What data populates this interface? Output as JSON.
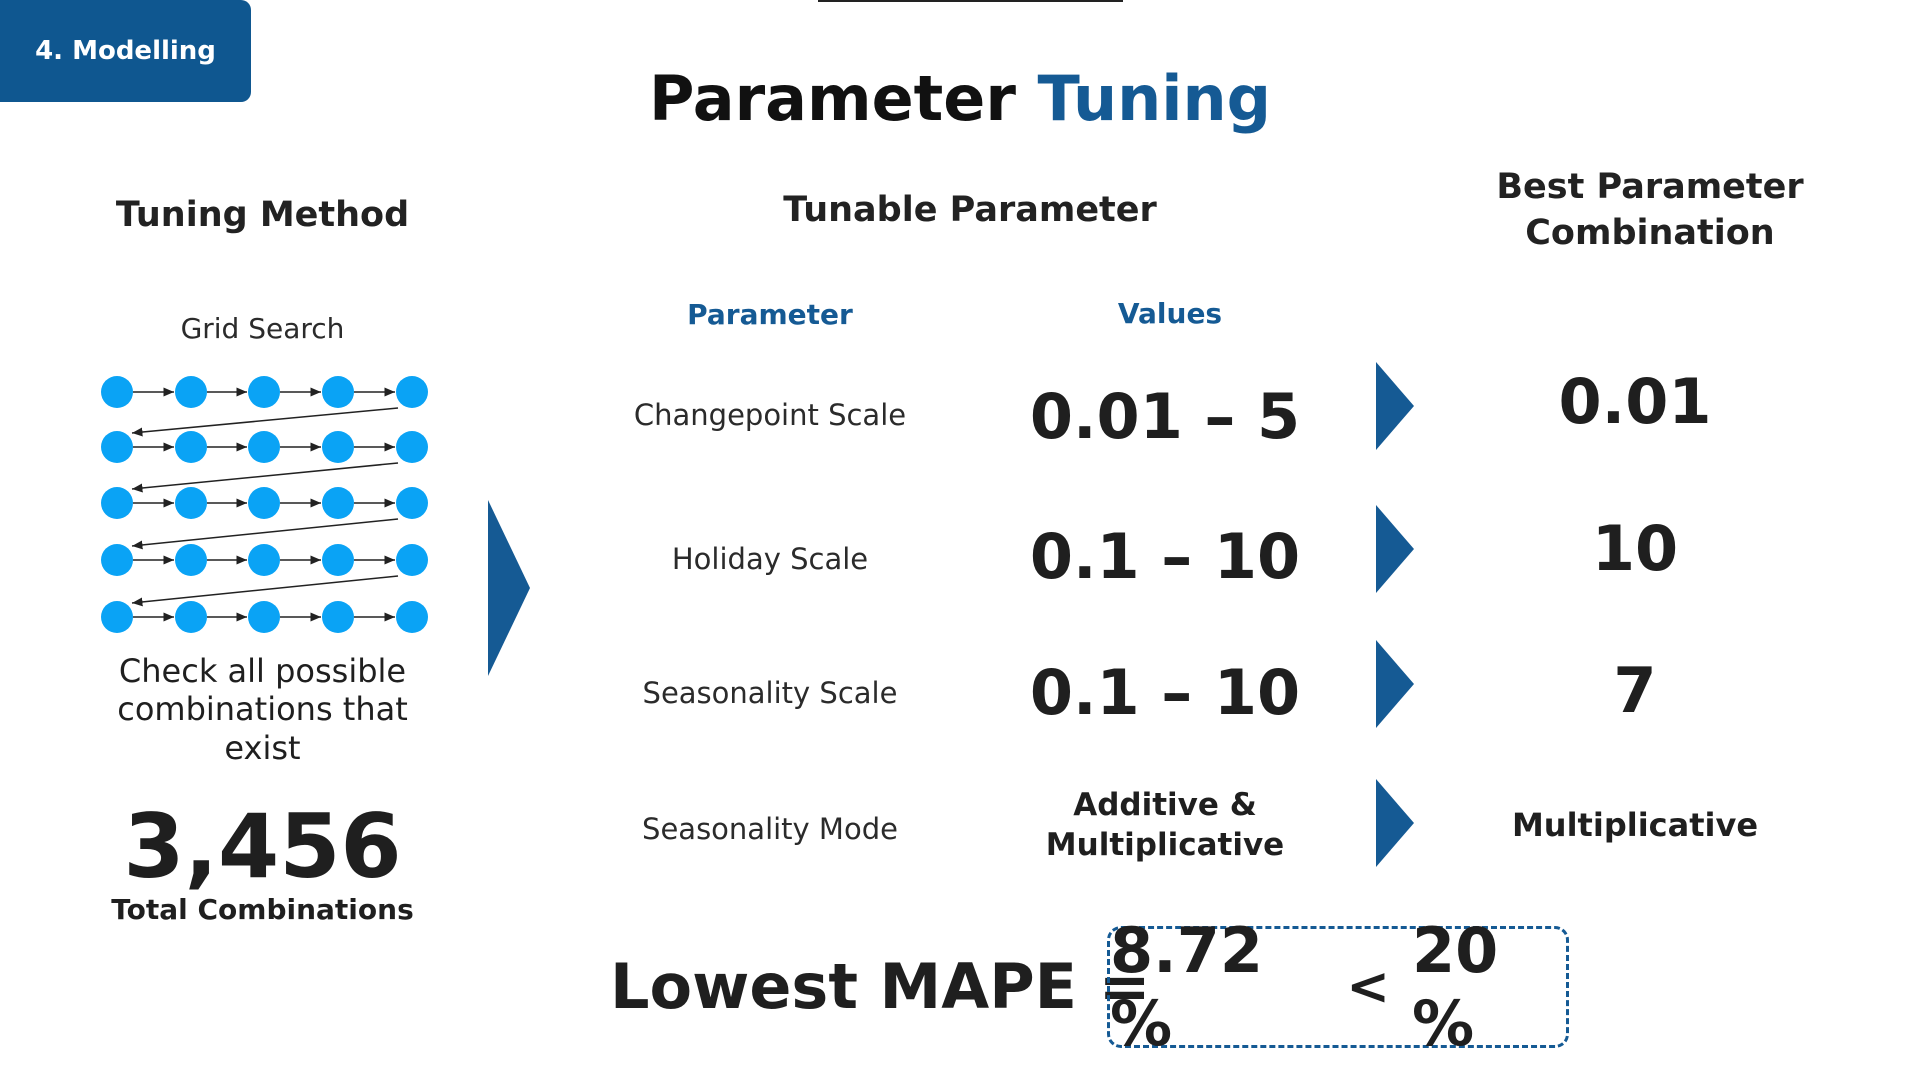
{
  "badge": "4. Modelling",
  "title": {
    "part1": "Parameter",
    "part2": "Tuning"
  },
  "tuning_method": {
    "heading": "Tuning Method",
    "method": "Grid Search",
    "description": "Check all possible combinations that exist",
    "total_value": "3,456",
    "total_label": "Total Combinations"
  },
  "tunable": {
    "heading": "Tunable Parameter",
    "col_parameter": "Parameter",
    "col_values": "Values"
  },
  "best": {
    "heading": "Best Parameter Combination"
  },
  "rows": [
    {
      "parameter": "Changepoint Scale",
      "values": "0.01 – 5",
      "best": "0.01"
    },
    {
      "parameter": "Holiday Scale",
      "values": "0.1 – 10",
      "best": "10"
    },
    {
      "parameter": "Seasonality Scale",
      "values": "0.1 – 10",
      "best": "7"
    },
    {
      "parameter": "Seasonality Mode",
      "values": "Additive & Multiplicative",
      "best": "Multiplicative"
    }
  ],
  "mape": {
    "label": "Lowest MAPE =",
    "value": "8.72 %",
    "comparator": "<",
    "threshold": "20 %"
  },
  "colors": {
    "accent": "#155a94",
    "dot": "#0aa3f5",
    "badge": "#0f5790"
  }
}
